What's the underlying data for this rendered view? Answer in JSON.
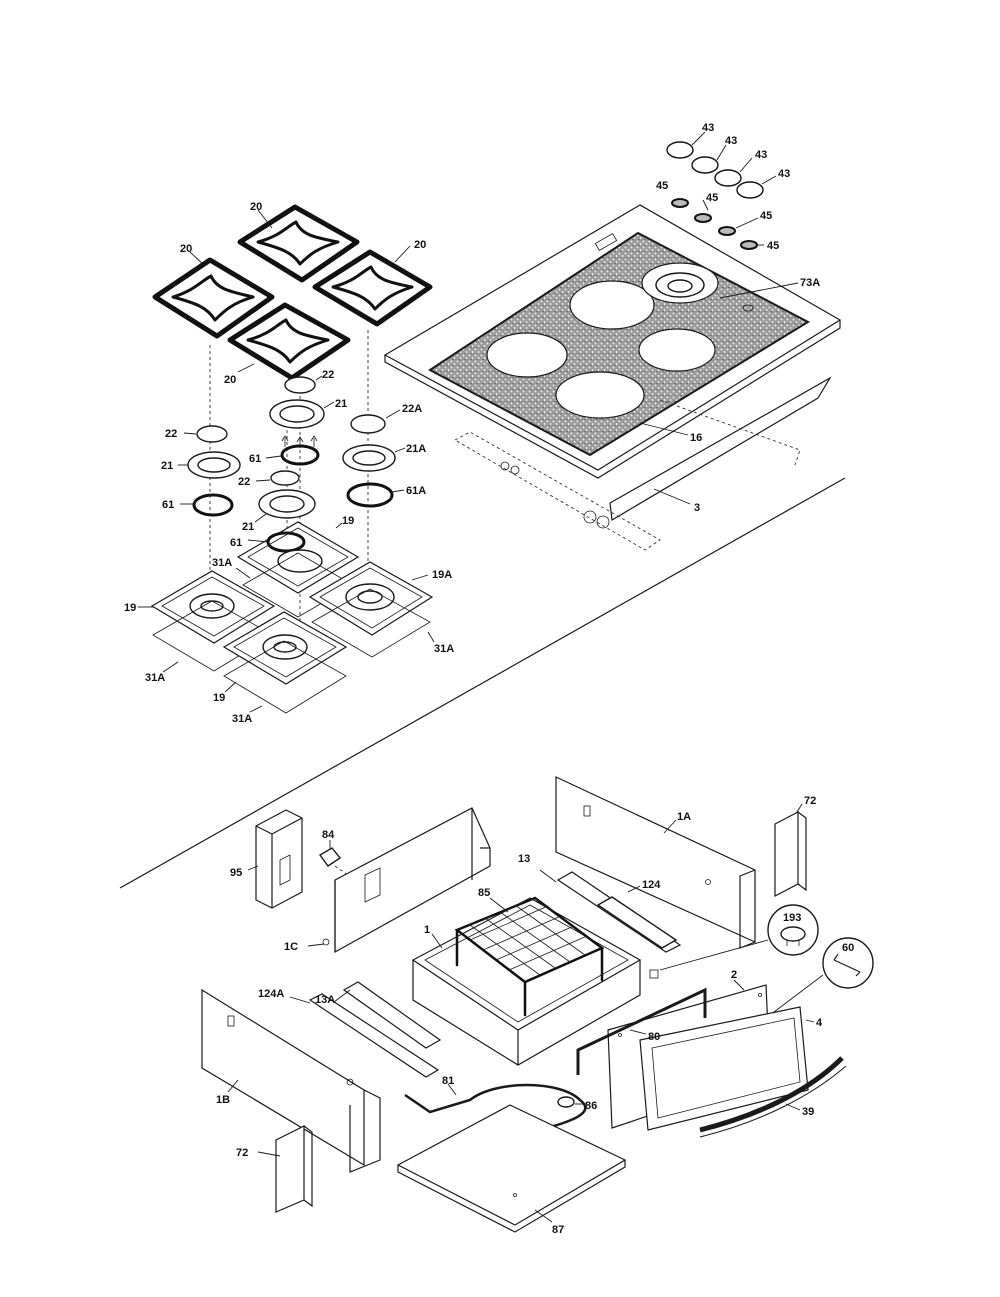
{
  "labels": {
    "knob_1": "43",
    "knob_2": "43",
    "knob_3": "43",
    "knob_4": "43",
    "knob_base_1": "45",
    "knob_base_2": "45",
    "knob_base_3": "45",
    "knob_base_4": "45",
    "burner_cap_73a": "73A",
    "grate_top": "20",
    "grate_left": "20",
    "grate_right": "20",
    "grate_front": "20",
    "cap_22_top": "22",
    "cap_22a": "22A",
    "cap_22_left": "22",
    "cap_22_mid": "22",
    "ring_21_top": "21",
    "ring_21a": "21A",
    "ring_21_left": "21",
    "ring_21_mid": "21",
    "head_61_top": "61",
    "head_61a": "61A",
    "head_61_left": "61",
    "head_61_mid": "61",
    "cooktop_16": "16",
    "support_3": "3",
    "pan_19_top": "19",
    "pan_19a": "19A",
    "pan_19_left": "19",
    "pan_19_front": "19",
    "gasket_31a_top": "31A",
    "gasket_31a_right": "31A",
    "gasket_31a_left": "31A",
    "gasket_31a_front": "31A",
    "panel_1a": "1A",
    "bracket_72_top": "72",
    "box_95": "95",
    "clip_84": "84",
    "panel_1c": "1C",
    "slide_13": "13",
    "rack_85": "85",
    "slide_124": "124",
    "drawer_1": "1",
    "bumper_193": "193",
    "screw_60_circle": "60",
    "drawer_front_2": "2",
    "glass_4": "4",
    "slide_13a": "13A",
    "slide_124a": "124A",
    "gasket_80": "80",
    "panel_1b": "1B",
    "element_81": "81",
    "bracket_86": "86",
    "handle_39": "39",
    "bracket_72_bottom": "72",
    "pan_87": "87"
  },
  "colors": {
    "ink": "#111111",
    "paper": "#ffffff"
  }
}
